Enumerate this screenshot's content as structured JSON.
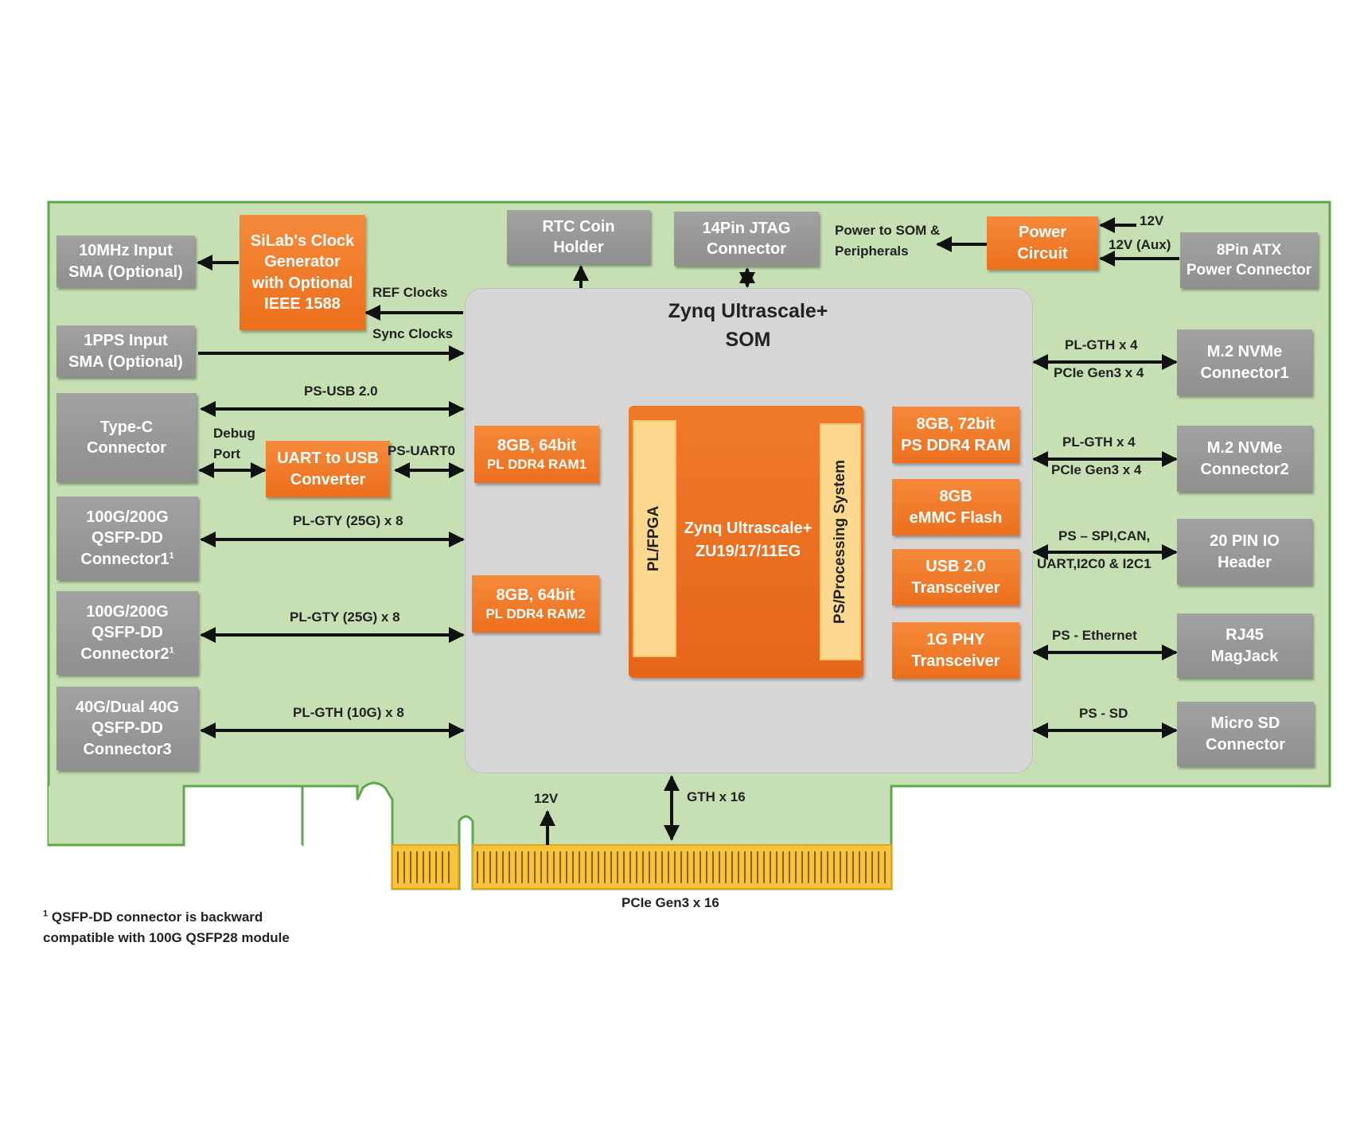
{
  "blocks": {
    "sma_10mhz": "10MHz Input\nSMA (Optional)",
    "silab_clock": "SiLab's Clock\nGenerator\nwith Optional\nIEEE 1588",
    "rtc": "RTC Coin\nHolder",
    "jtag": "14Pin JTAG\nConnector",
    "power_circuit": "Power\nCircuit",
    "atx": "8Pin ATX\nPower Connector",
    "pps": "1PPS Input\nSMA (Optional)",
    "typec": "Type-C\nConnector",
    "uart_usb": "UART to USB\nConverter",
    "qsfp1_l1": "100G/200G",
    "qsfp1_l2": "QSFP-DD",
    "qsfp1_l3": "Connector1",
    "qsfp2_l1": "100G/200G",
    "qsfp2_l2": "QSFP-DD",
    "qsfp2_l3": "Connector2",
    "qsfp3": "40G/Dual 40G\nQSFP-DD\nConnector3",
    "footnote_mark": "1",
    "nvme1": "M.2 NVMe\nConnector1",
    "nvme2": "M.2 NVMe\nConnector2",
    "io_header": "20 PIN IO\nHeader",
    "rj45": "RJ45\nMagJack",
    "microsd": "Micro SD\nConnector",
    "pl_ram1_l1": "8GB, 64bit",
    "pl_ram1_l2": "PL DDR4 RAM1",
    "pl_ram2_l1": "8GB, 64bit",
    "pl_ram2_l2": "PL DDR4 RAM2",
    "ps_ram": "8GB, 72bit\nPS DDR4 RAM",
    "emmc": "8GB\neMMC Flash",
    "usb_xcvr": "USB 2.0\nTransceiver",
    "phy_xcvr": "1G PHY\nTransceiver"
  },
  "som": {
    "title": "Zynq Ultrascale+\nSOM",
    "chip": "Zynq Ultrascale+\nZU19/17/11EG",
    "pl_bar": "PL/FPGA",
    "ps_bar": "PS/Processing System"
  },
  "labels": {
    "ref_clocks": "REF Clocks",
    "sync_clocks": "Sync Clocks",
    "ps_usb": "PS-USB  2.0",
    "debug_port": "Debug\nPort",
    "ps_uart": "PS-UART0",
    "pl_gty1": "PL-GTY (25G) x 8",
    "pl_gty2": "PL-GTY (25G) x 8",
    "pl_gth": "PL-GTH (10G) x 8",
    "power_to_som": "Power to SOM &\nPeripherals",
    "v12": "12V",
    "v12aux": "12V (Aux)",
    "nvme1_a": "PL-GTH x 4",
    "nvme1_b": "PCIe Gen3 x 4",
    "nvme2_a": "PL-GTH x 4",
    "nvme2_b": "PCIe Gen3 x 4",
    "io_a": "PS – SPI,CAN,",
    "io_b": "UART,I2C0  & I2C1",
    "ps_eth": "PS - Ethernet",
    "ps_sd": "PS - SD",
    "edge_12v": "12V",
    "gth16": "GTH  x 16",
    "pcie": "PCIe Gen3 x 16"
  },
  "footnote": {
    "mark": "1",
    "line1": "QSFP-DD  connector is backward",
    "line2": "compatible with 100G QSFP28 module"
  },
  "colors": {
    "board": "#c6e0b4",
    "board_border": "#5da84a",
    "grey_block": "#999999",
    "orange_block": "#ee7628",
    "bar": "#fcd98e",
    "gold_finger": "#f7c33a",
    "som": "#d6d6d6"
  }
}
